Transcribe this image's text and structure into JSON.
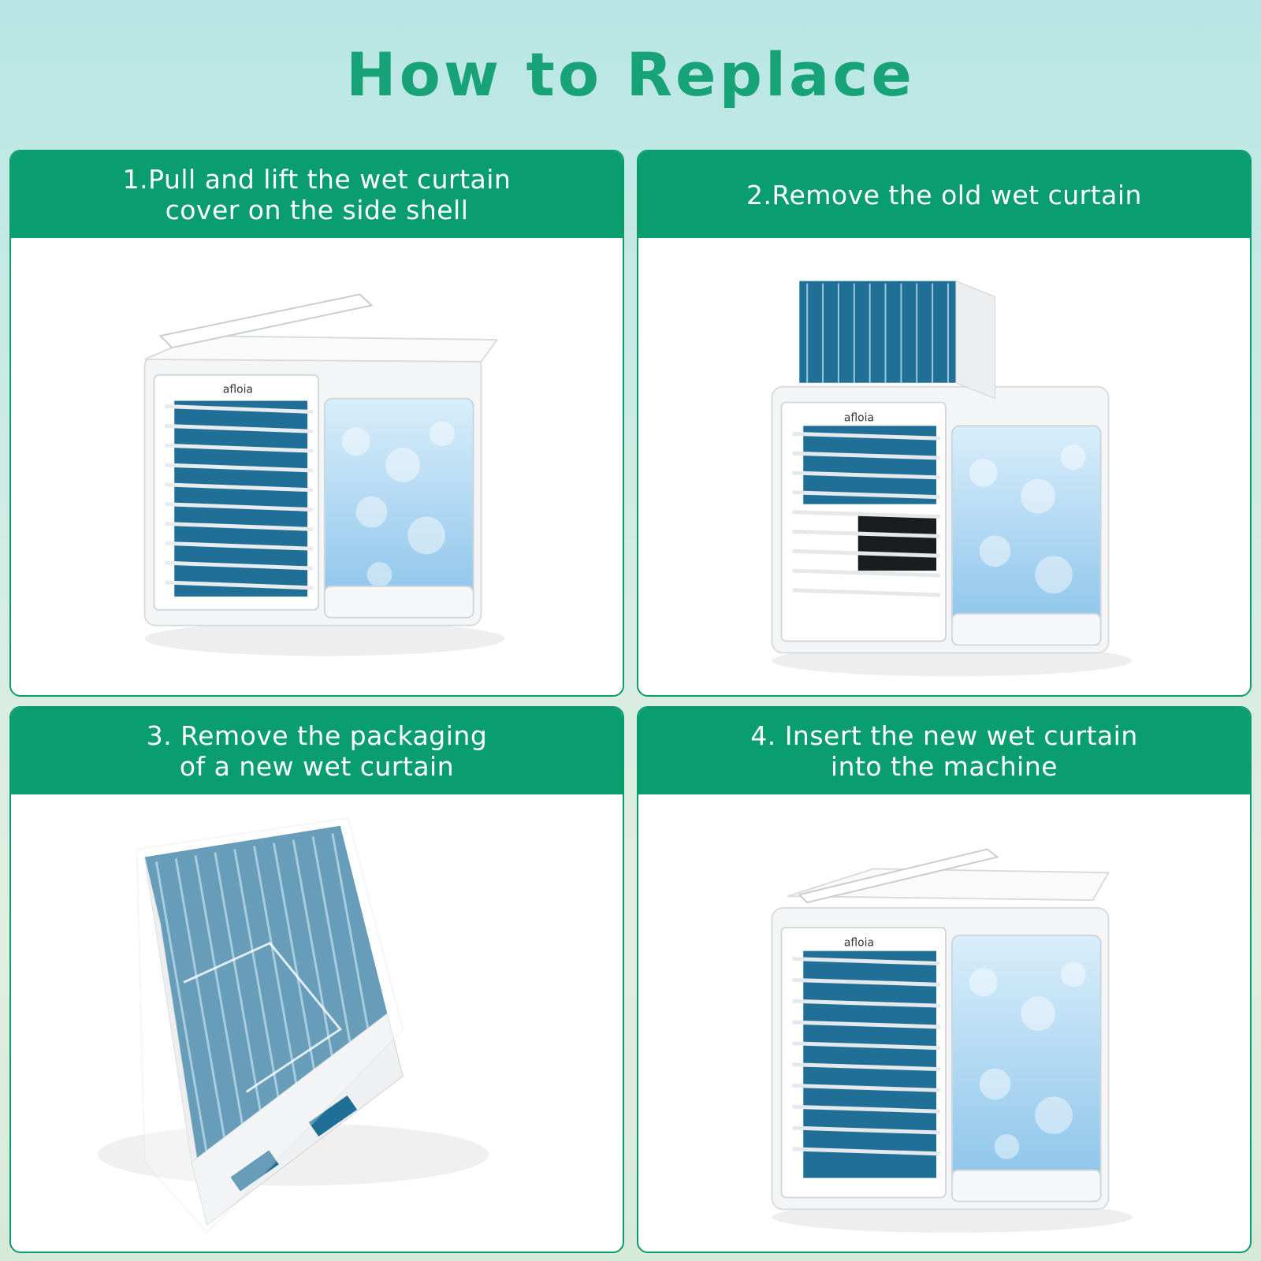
{
  "title": "How to Replace",
  "steps": [
    {
      "label": "1.Pull and lift the wet curtain\ncover on the side shell"
    },
    {
      "label": "2.Remove the old wet curtain"
    },
    {
      "label": "3. Remove the packaging\nof a new wet curtain"
    },
    {
      "label": "4. Insert the new wet curtain\ninto the machine"
    }
  ],
  "brand_logo": "afloia",
  "colors": {
    "accent": "#0a9e6e",
    "title": "#17a277",
    "filter_blue": "#1f6f96",
    "ice_blue": "#a9d3ef"
  }
}
